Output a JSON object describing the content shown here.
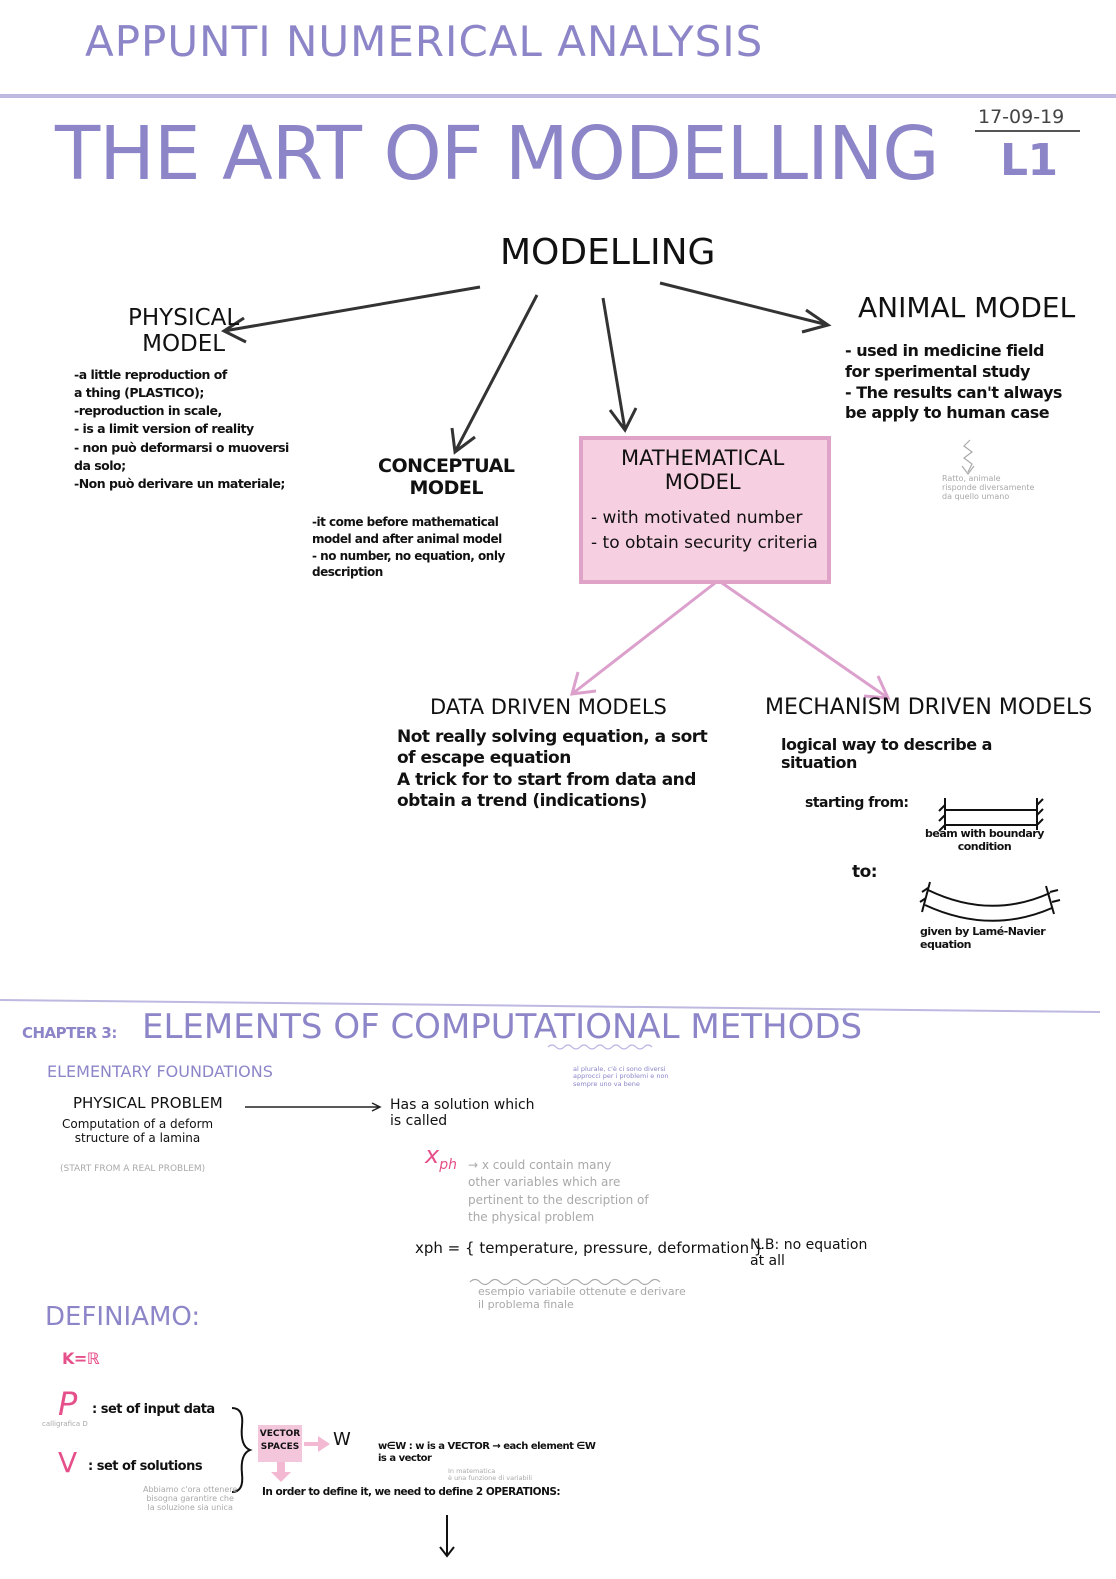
{
  "header": {
    "course_title": "APPUNTI NUMERICAL ANALYSIS",
    "date": "17-09-19",
    "lecture": "L1"
  },
  "section1": {
    "title": "THE ART OF MODELLING",
    "root": "MODELLING",
    "physical": {
      "title": "PHYSICAL\nMODEL",
      "body": "-a little reproduction of\n a thing (PLASTICO);\n-reproduction in scale,\n- is a limit version of reality\n- non può deformarsi o muoversi\n da solo;\n-Non può derivare un materiale;"
    },
    "conceptual": {
      "title": "CONCEPTUAL\nMODEL",
      "body": "-it come before mathematical\n model and after animal model\n- no number, no equation, only\n description"
    },
    "mathematical": {
      "title": "MATHEMATICAL\nMODEL",
      "body": "- with motivated number\n- to obtain security criteria"
    },
    "animal": {
      "title": "ANIMAL MODEL",
      "body": "- used in medicine field\n for sperimental study\n- The results can't always\n be apply to human case",
      "note": "Ratto, animale\nrisponde diversamente\nda quello umano"
    },
    "data_driven": {
      "title": "DATA DRIVEN MODELS",
      "body": "Not really solving equation, a sort\nof escape equation\nA trick for to start from data and\nobtain a trend (indications)"
    },
    "mechanism_driven": {
      "title": "MECHANISM DRIVEN MODELS",
      "body": "logical way to describe a\n situation",
      "starting": "starting from:",
      "beam_caption": "beam with boundary\ncondition",
      "to": "to:",
      "curved_caption": "given by Lamé-Navier\nequation"
    }
  },
  "section2": {
    "chapter": "CHAPTER 3:",
    "title": "ELEMENTS OF COMPUTATIONAL METHODS",
    "title_note": "al plurale, c'è ci sono diversi\napprocci per i problemi e non\nsempre uno va bene",
    "subtitle": "ELEMENTARY FOUNDATIONS",
    "physical_problem": {
      "title": "PHYSICAL PROBLEM",
      "body": "Computation of a deform\nstructure of a lamina",
      "note": "(START FROM A REAL PROBLEM)"
    },
    "solution": "Has a solution which\n is called",
    "xph": "x",
    "xph_sub": "ph",
    "xph_note": "→ x could contain many\n other variables which are\n pertinent to the description of\n the physical problem",
    "xph_eq": "xph = { temperature, pressure, deformation }",
    "xph_eq_note": "esempio variabile ottenute e derivare\n il problema finale",
    "nb": "N.B: no equation\n at all",
    "definiamo": "DEFINIAMO:",
    "k": "K=ℝ",
    "p_symbol": "P",
    "p_note": "calligrafica D",
    "p_def": ": set of input data",
    "v_symbol": "V",
    "v_def": ": set of solutions",
    "v_note": "Abbiamo c'ora ottenere\nbisogna garantire che\nla soluzione sia unica",
    "vector_spaces": "VECTOR\nSPACES",
    "w": "W",
    "w_def": "w∈W : w is a VECTOR → each element ∈W\n is a vector",
    "w_note": "In matematica\nè una funzione di variabili",
    "operations": "In order to define it, we need to define 2 OPERATIONS:"
  }
}
